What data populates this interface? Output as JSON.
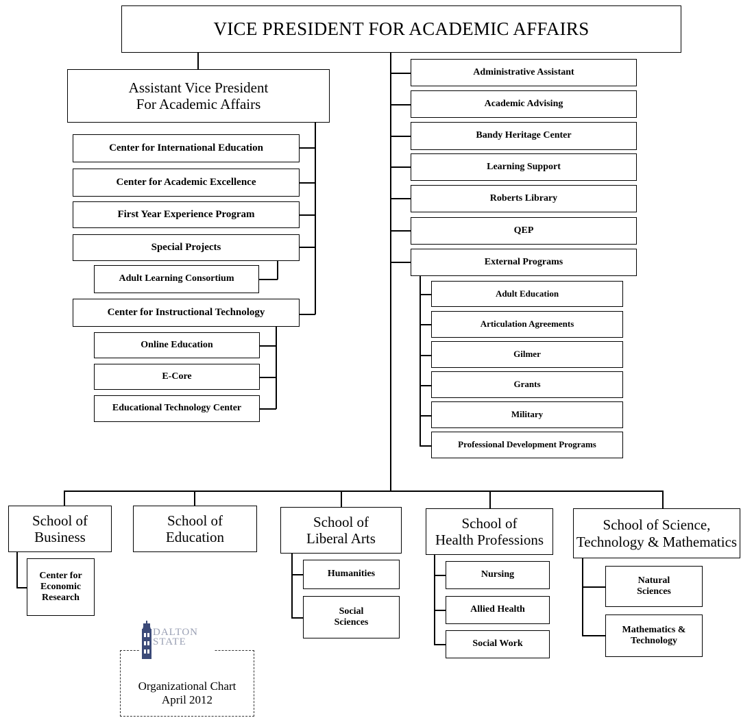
{
  "top": {
    "title": "VICE PRESIDENT FOR ACADEMIC AFFAIRS"
  },
  "left": {
    "avp": "Assistant Vice President\nFor Academic Affairs",
    "items": [
      "Center for International Education",
      "Center for Academic Excellence",
      "First Year Experience Program",
      "Special Projects",
      "Center for Instructional Technology"
    ],
    "special_projects_sub": [
      "Adult Learning Consortium"
    ],
    "instructional_technology_sub": [
      "Online Education",
      "E-Core",
      "Educational Technology Center"
    ]
  },
  "right": {
    "items": [
      "Administrative Assistant",
      "Academic Advising",
      "Bandy Heritage Center",
      "Learning Support",
      "Roberts Library",
      "QEP",
      "External Programs"
    ],
    "external_sub": [
      "Adult Education",
      "Articulation Agreements",
      "Gilmer",
      "Grants",
      "Military",
      "Professional Development Programs"
    ]
  },
  "schools": [
    {
      "name": "School of\nBusiness",
      "subs": [
        "Center for\nEconomic\nResearch"
      ]
    },
    {
      "name": "School of\nEducation",
      "subs": []
    },
    {
      "name": "School of\nLiberal Arts",
      "subs": [
        "Humanities",
        "Social\nSciences"
      ]
    },
    {
      "name": "School of\nHealth Professions",
      "subs": [
        "Nursing",
        "Allied Health",
        "Social Work"
      ]
    },
    {
      "name": "School of Science,\nTechnology & Mathematics",
      "subs": [
        "Natural\nSciences",
        "Mathematics &\nTechnology"
      ]
    }
  ],
  "footer": {
    "logo_text": "DALTON\nSTATE",
    "caption": "Organizational Chart\nApril 2012"
  },
  "colors": {
    "line": "#000000",
    "logo_tower": "#3b4a78",
    "logo_text": "#9aa0b4"
  }
}
